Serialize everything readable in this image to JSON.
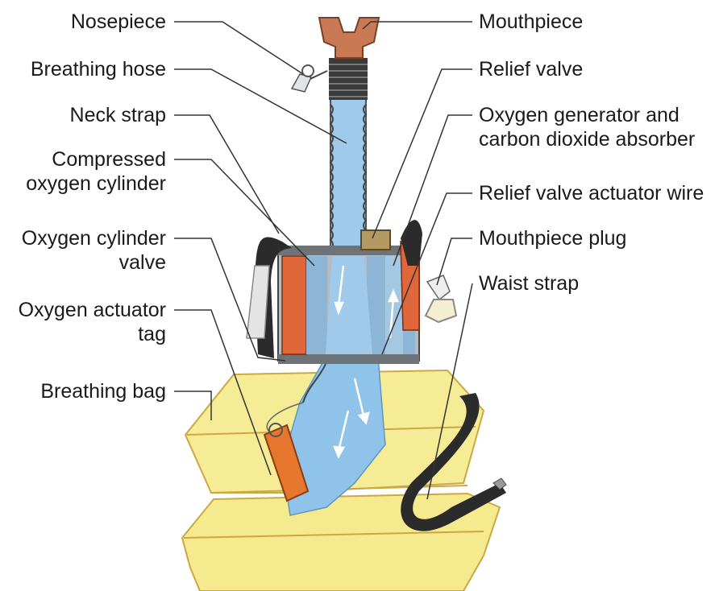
{
  "labels_left": [
    {
      "id": "nosepiece",
      "lines": [
        "Nosepiece"
      ]
    },
    {
      "id": "breathing-hose",
      "lines": [
        "Breathing hose"
      ]
    },
    {
      "id": "neck-strap",
      "lines": [
        "Neck strap"
      ]
    },
    {
      "id": "compressed-oxygen-cylinder",
      "lines": [
        "Compressed",
        "oxygen cylinder"
      ]
    },
    {
      "id": "oxygen-cylinder-valve",
      "lines": [
        "Oxygen cylinder",
        "valve"
      ]
    },
    {
      "id": "oxygen-actuator-tag",
      "lines": [
        "Oxygen actuator",
        "tag"
      ]
    },
    {
      "id": "breathing-bag",
      "lines": [
        "Breathing bag"
      ]
    }
  ],
  "labels_right": [
    {
      "id": "mouthpiece",
      "lines": [
        "Mouthpiece"
      ]
    },
    {
      "id": "relief-valve",
      "lines": [
        "Relief valve"
      ]
    },
    {
      "id": "oxygen-generator",
      "lines": [
        "Oxygen generator and",
        "carbon dioxide absorber"
      ]
    },
    {
      "id": "relief-valve-actuator-wire",
      "lines": [
        "Relief valve actuator wire"
      ]
    },
    {
      "id": "mouthpiece-plug",
      "lines": [
        "Mouthpiece plug"
      ]
    },
    {
      "id": "waist-strap",
      "lines": [
        "Waist strap"
      ]
    }
  ],
  "colors": {
    "bag_yellow": "#f6ea8e",
    "bag_edge": "#caa845",
    "hose_blue": "#8fc3ea",
    "canister_grey": "#a9b2b8",
    "cylinder_orange": "#e0673a",
    "strap_dark": "#2b2b2b",
    "tag_orange": "#e8772e",
    "mouthpiece_brown": "#c97a55",
    "leader_line": "#333333"
  }
}
